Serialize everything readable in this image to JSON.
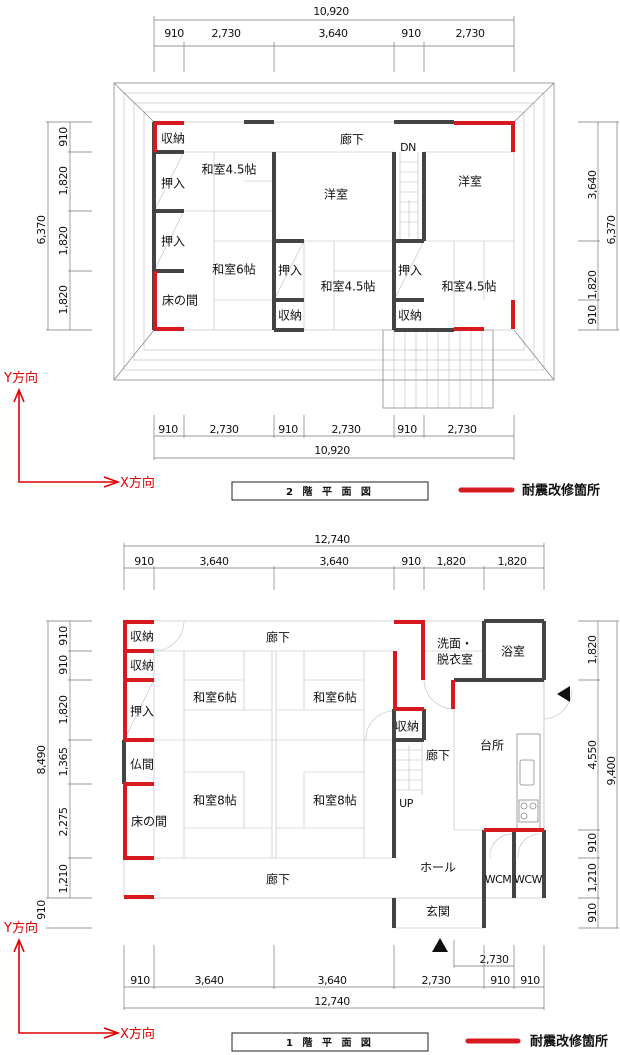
{
  "floor2": {
    "title": "2 階 平 面 図",
    "rooms": [
      "収納",
      "和室4.5帖",
      "押入",
      "押入",
      "和室6帖",
      "床の間",
      "廊下",
      "DN",
      "洋室",
      "洋室",
      "押入",
      "和室4.5帖",
      "収納",
      "押入",
      "和室4.5帖",
      "収納"
    ],
    "dims_top_total": "10,920",
    "dims_top": [
      "910",
      "2,730",
      "3,640",
      "910",
      "2,730"
    ],
    "dims_bottom": [
      "910",
      "2,730",
      "910",
      "2,730",
      "910",
      "2,730"
    ],
    "dims_bottom_total": "10,920",
    "dims_left": [
      "910",
      "1,820",
      "1,820",
      "1,820"
    ],
    "dims_left_total": "6,370",
    "dims_right": [
      "3,640",
      "1,820",
      "910"
    ],
    "dims_right_total": "6,370"
  },
  "floor1": {
    "title": "1 階 平 面 図",
    "rooms": [
      "収納",
      "収納",
      "押入",
      "仏間",
      "床の間",
      "廊下",
      "和室6帖",
      "和室6帖",
      "和室8帖",
      "和室8帖",
      "収納",
      "廊下",
      "台所",
      "洗面・",
      "脱衣室",
      "浴室",
      "ホール",
      "廊下",
      "WCM",
      "WCW",
      "玄関",
      "UP"
    ],
    "dims_top_total": "12,740",
    "dims_top": [
      "910",
      "3,640",
      "3,640",
      "910",
      "1,820",
      "1,820"
    ],
    "dims_bottom": [
      "910",
      "3,640",
      "3,640",
      "2,730",
      "910",
      "910"
    ],
    "dims_bottom_total": "12,740",
    "dims_bottom_extra": "2,730",
    "dims_left": [
      "910",
      "910",
      "1,820",
      "1,365",
      "2,275",
      "1,210",
      "910"
    ],
    "dims_left_total": "8,490",
    "dims_right": [
      "1,820",
      "4,550",
      "910",
      "1,210",
      "910"
    ],
    "dims_right_total": "9,400"
  },
  "axis": {
    "y_label": "Y方向",
    "x_label": "X方向"
  },
  "legend": {
    "label": "耐震改修箇所",
    "color": "#d71920"
  }
}
